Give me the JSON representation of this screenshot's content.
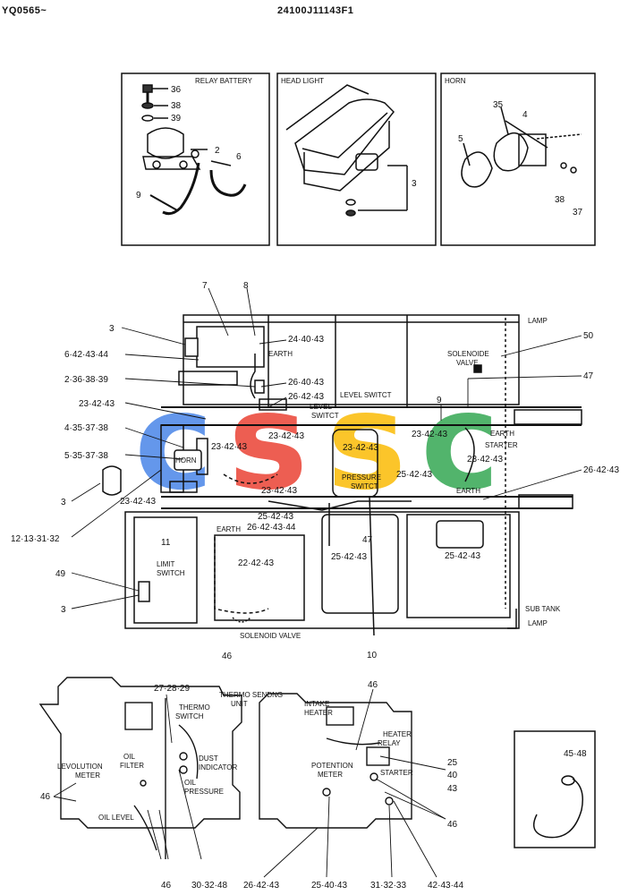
{
  "header": {
    "left": "YQ0565~",
    "center": "24100J11143F1"
  },
  "panels": {
    "relay_battery": {
      "title": "RELAY BATTERY",
      "callouts": [
        "36",
        "38",
        "39",
        "2",
        "6",
        "9"
      ]
    },
    "head_light": {
      "title": "HEAD LIGHT",
      "callouts": [
        "3"
      ]
    },
    "horn": {
      "title": "HORN",
      "callouts": [
        "35",
        "4",
        "5",
        "38",
        "37"
      ]
    },
    "inset": {
      "callouts": [
        "45·48"
      ]
    }
  },
  "main": {
    "left_callouts": [
      "3",
      "6·42·43·44",
      "2·36·38·39",
      "23·42·43",
      "4·35·37·38",
      "5·35·37·38",
      "3",
      "23·42·43",
      "12·13·31·32",
      "49",
      "3"
    ],
    "top_callouts": [
      "7",
      "8",
      "24·40·43",
      "26·40·43",
      "26·42·43"
    ],
    "right_callouts": [
      "50",
      "47",
      "26·42·43",
      "9"
    ],
    "inner_callouts": [
      "23·42·43",
      "23·42·43",
      "23·42·43",
      "23·42·43",
      "23·42·43",
      "25·42·43",
      "23·42·43",
      "25·42·43",
      "26·42·43·44",
      "22·42·43",
      "11",
      "47",
      "25·42·43",
      "25·42·43",
      "46",
      "10"
    ],
    "labels": {
      "lamp_top": "LAMP",
      "earth_1": "EARTH",
      "solenoid_valve_top": "SOLENOIDE",
      "solenoid_valve_top2": "VALVE",
      "level_switch_1": "LEVEL SWITCT",
      "level_switch_2": "LEVEL",
      "level_switch_3": "SWITCT",
      "earth_2": "EARTH",
      "starter": "STARTER",
      "horn": "HORN",
      "pressure_switch_1": "PRESSURE",
      "pressure_switch_2": "SWITCT",
      "earth_3": "EARTH",
      "earth_4": "EARTH",
      "limit_switch_1": "LIMIT",
      "limit_switch_2": "SWITCH",
      "sub_tank": "SUB TANK",
      "lamp_bottom": "LAMP",
      "solenoid_valve_bottom": "SOLENOID VALVE"
    }
  },
  "engine_left": {
    "callouts": [
      "27·28·29",
      "46",
      "46",
      "30·32·48"
    ],
    "labels": {
      "thermo_sending": "THERMO SENDNG",
      "thermo_sending_2": "UNIT",
      "thermo_switch": "THERMO",
      "thermo_switch_2": "SWITCH",
      "oil_filter": "OIL",
      "oil_filter_2": "FILTER",
      "dust": "DUST",
      "indicator": "INDICATOR",
      "revolution": "LEVOLUTION",
      "meter": "METER",
      "oil_pressure": "OIL",
      "oil_pressure_2": "PRESSURE",
      "oil_level": "OIL LEVEL"
    }
  },
  "engine_right": {
    "callouts": [
      "46",
      "25",
      "40",
      "43",
      "46",
      "26·42·43",
      "25·40·43",
      "31·32·33",
      "42·43·44"
    ],
    "labels": {
      "intake_heater": "INTAKE",
      "intake_heater_2": "HEATER",
      "heater_relay": "HEATER",
      "heater_relay_2": "RELAY",
      "potention": "POTENTION",
      "potention_2": "METER",
      "starter": "STARTER"
    }
  },
  "watermark": {
    "letters": [
      "c",
      "s",
      "s",
      "c"
    ],
    "colors": [
      "#4a86e8",
      "#ea4335",
      "#fbbc05",
      "#34a853"
    ]
  }
}
